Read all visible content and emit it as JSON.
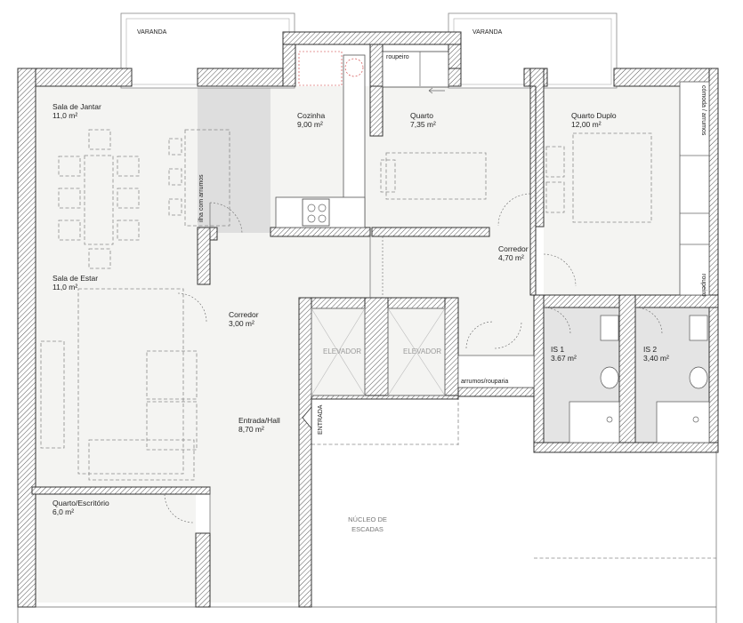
{
  "plan": {
    "balconies": [
      {
        "id": "balcony-left",
        "label": "VARANDA"
      },
      {
        "id": "balcony-right",
        "label": "VARANDA"
      }
    ],
    "rooms": [
      {
        "id": "dining-room",
        "name": "Sala de Jantar",
        "area": "11,0 m²"
      },
      {
        "id": "kitchen",
        "name": "Cozinha",
        "area": "9,00 m²"
      },
      {
        "id": "bedroom",
        "name": "Quarto",
        "area": "7,35 m²"
      },
      {
        "id": "double-bedroom",
        "name": "Quarto Duplo",
        "area": "12,00 m²"
      },
      {
        "id": "corridor-right",
        "name": "Corredor",
        "area": "4,70 m²"
      },
      {
        "id": "living-room",
        "name": "Sala de Estar",
        "area": "11,0 m²"
      },
      {
        "id": "corridor-center",
        "name": "Corredor",
        "area": "3,00 m²"
      },
      {
        "id": "bathroom-1",
        "name": "IS 1",
        "area": "3.67 m²"
      },
      {
        "id": "bathroom-2",
        "name": "IS 2",
        "area": "3,40 m²"
      },
      {
        "id": "entrance-hall",
        "name": "Entrada/Hall",
        "area": "8,70 m²"
      },
      {
        "id": "office",
        "name": "Quarto/Escritório",
        "area": "6,0 m²"
      }
    ],
    "furniture_labels": {
      "island": "ilha com arrumos",
      "wardrobe": "roupeiro",
      "storage_closet": "arrumos/rouparia",
      "dresser": "cómoda / arrumos",
      "wardrobe_vertical": "roupeiro"
    },
    "elevators": [
      "ELEVADOR",
      "ELEVADOR"
    ],
    "entrance_label": "ENTRADA",
    "stairs_label_line1": "NÚCLEO DE",
    "stairs_label_line2": "ESCADAS",
    "colors": {
      "wall_hatch": "#555555",
      "room_fill": "#f4f4f2",
      "kitchen_fill": "#dedede",
      "bathroom_fill": "#e4e4e4",
      "accent_red": "#cc3333"
    }
  }
}
